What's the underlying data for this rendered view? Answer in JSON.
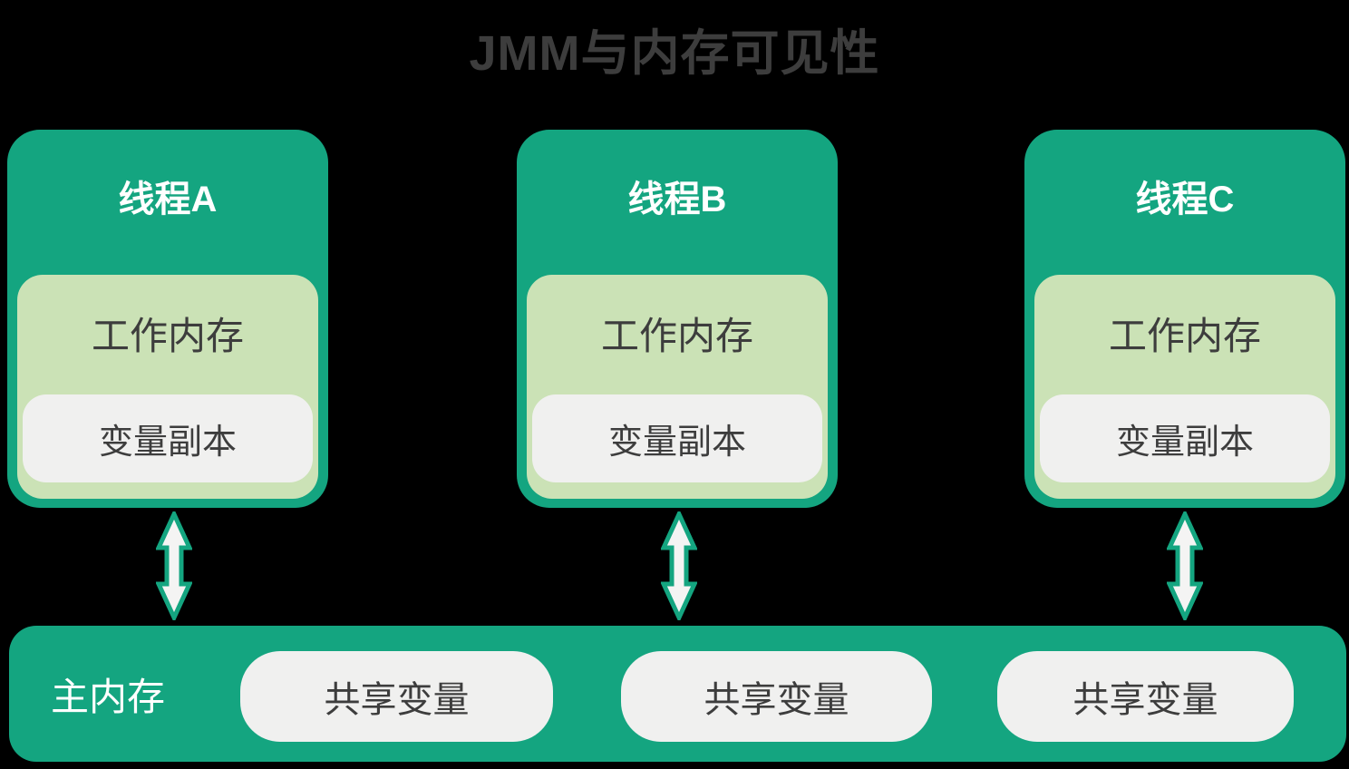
{
  "title": "JMM与内存可见性",
  "colors": {
    "green": "#14a580",
    "light_green": "#cbe2b6",
    "box_white": "#f0f0ef",
    "text_dark": "#3d3d3d",
    "text_light": "#ffffff",
    "background": "#000000"
  },
  "threads": [
    {
      "label": "线程A",
      "working_memory_label": "工作内存",
      "variable_copy_label": "变量副本"
    },
    {
      "label": "线程B",
      "working_memory_label": "工作内存",
      "variable_copy_label": "变量副本"
    },
    {
      "label": "线程C",
      "working_memory_label": "工作内存",
      "variable_copy_label": "变量副本"
    }
  ],
  "main_memory": {
    "label": "主内存",
    "shared_variables": [
      "共享变量",
      "共享变量",
      "共享变量"
    ]
  }
}
